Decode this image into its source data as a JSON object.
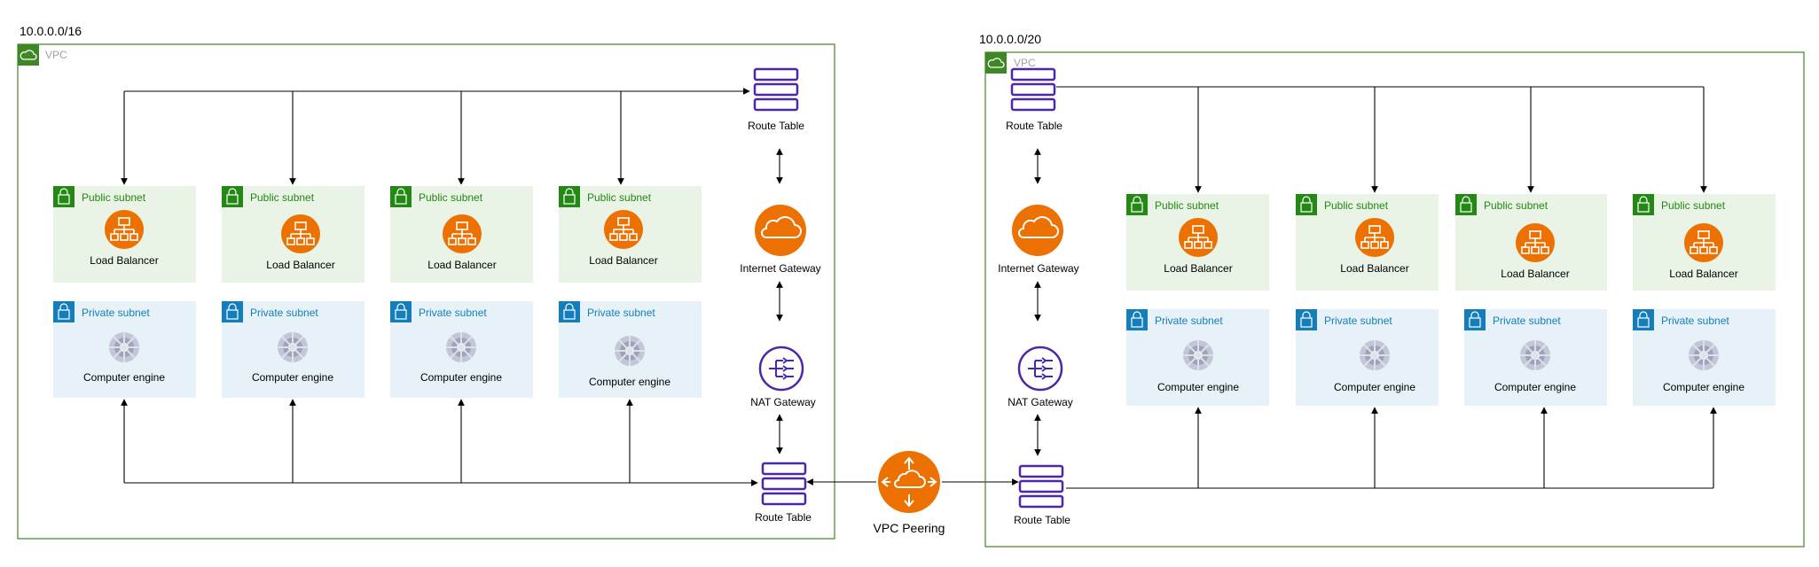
{
  "vpcs": [
    {
      "cidr": "10.0.0.0/16",
      "vpc_label": "VPC",
      "route_table_top": "Route Table",
      "internet_gateway": "Internet Gateway",
      "nat_gateway": "NAT Gateway",
      "route_table_bottom": "Route Table",
      "public_subnets": [
        {
          "label": "Public subnet",
          "service": "Load Balancer"
        },
        {
          "label": "Public subnet",
          "service": "Load Balancer"
        },
        {
          "label": "Public subnet",
          "service": "Load Balancer"
        },
        {
          "label": "Public subnet",
          "service": "Load Balancer"
        }
      ],
      "private_subnets": [
        {
          "label": "Private subnet",
          "service": "Computer engine"
        },
        {
          "label": "Private subnet",
          "service": "Computer engine"
        },
        {
          "label": "Private subnet",
          "service": "Computer engine"
        },
        {
          "label": "Private subnet",
          "service": "Computer engine"
        }
      ]
    },
    {
      "cidr": "10.0.0.0/20",
      "vpc_label": "VPC",
      "route_table_top": "Route Table",
      "internet_gateway": "Internet Gateway",
      "nat_gateway": "NAT Gateway",
      "route_table_bottom": "Route Table",
      "public_subnets": [
        {
          "label": "Public subnet",
          "service": "Load Balancer"
        },
        {
          "label": "Public subnet",
          "service": "Load Balancer"
        },
        {
          "label": "Public subnet",
          "service": "Load Balancer"
        },
        {
          "label": "Public subnet",
          "service": "Load Balancer"
        }
      ],
      "private_subnets": [
        {
          "label": "Private subnet",
          "service": "Computer engine"
        },
        {
          "label": "Private subnet",
          "service": "Computer engine"
        },
        {
          "label": "Private subnet",
          "service": "Computer engine"
        },
        {
          "label": "Private subnet",
          "service": "Computer engine"
        }
      ]
    }
  ],
  "peering": {
    "label": "VPC Peering"
  },
  "icons": {
    "vpc": "cloud-icon",
    "public_subnet": "lock-icon",
    "private_subnet": "lock-icon",
    "load_balancer": "load-balancer-icon",
    "compute": "compute-engine-icon",
    "route_table": "route-table-icon",
    "internet_gateway": "internet-gateway-icon",
    "nat_gateway": "nat-gateway-icon",
    "vpc_peering": "vpc-peering-icon"
  },
  "colors": {
    "vpc_border": "#3f8624",
    "public_fill": "#e9f3e6",
    "public_accent": "#248814",
    "private_fill": "#e6f2f8",
    "private_accent": "#147eba",
    "aws_orange": "#ed7100",
    "aws_purple": "#4d27aa",
    "line": "#000000",
    "compute_gray": "#8a8a9a"
  }
}
